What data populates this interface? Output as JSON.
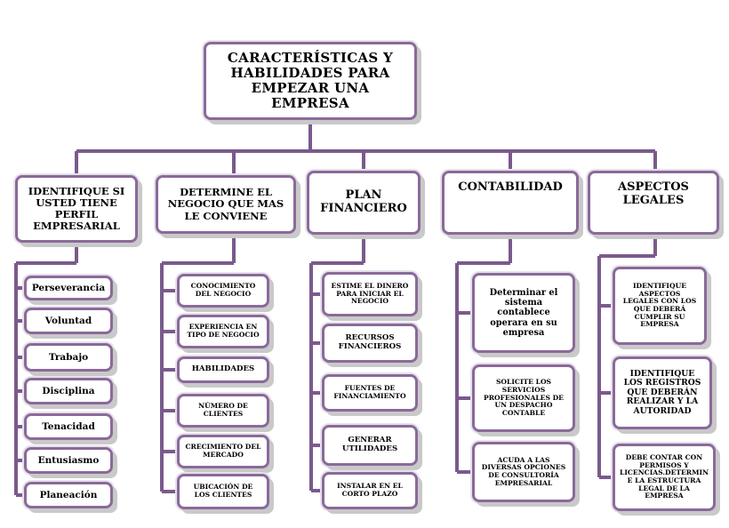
{
  "colors": {
    "connector": "#7a5a8c",
    "border": "#8a6a9a",
    "shadow": "#c9c9c9"
  },
  "root": {
    "label": "CARACTERÍSTICAS Y\nHABILIDADES PARA\nEMPEZAR UNA EMPRESA"
  },
  "columns": [
    {
      "header": "IDENTIFIQUE SI\nUSTED TIENE\nPERFIL\nEMPRESARIAL",
      "items": [
        "Perseverancia",
        "Voluntad",
        "Trabajo",
        "Disciplina",
        "Tenacidad",
        "Entusiasmo",
        "Planeación"
      ]
    },
    {
      "header": "DETERMINE EL\nNEGOCIO QUE MAS\nLE CONVIENE",
      "items": [
        "CONOCIMIENTO\nDEL NEGOCIO",
        "EXPERIENCIA EN\nTIPO DE NEGOCIO",
        "HABILIDADES",
        "NÚMERO DE\nCLIENTES",
        "CRECIMIENTO DEL\nMERCADO",
        "UBICACIÓN DE\nLOS CLIENTES"
      ]
    },
    {
      "header": "PLAN\nFINANCIERO",
      "items": [
        "ESTIME EL DINERO\nPARA INICIAR EL\nNEGOCIO",
        "RECURSOS\nFINANCIEROS",
        "FUENTES DE\nFINANCIAMIENTO",
        "GENERAR\nUTILIDADES",
        "INSTALAR EN EL\nCORTO PLAZO"
      ]
    },
    {
      "header": "CONTABILIDAD",
      "items": [
        "Determinar el\nsistema\ncontablece\noperara en su\nempresa",
        "SOLICITE LOS\nSERVICIOS\nPROFESIONALES DE\nUN DESPACHO\nCONTABLE",
        "ACUDA A LAS\nDIVERSAS OPCIONES\nDE CONSULTORÍA\nEMPRESARIAL"
      ]
    },
    {
      "header": "ASPECTOS\nLEGALES",
      "items": [
        "IDENTIFIQUE\nASPECTOS\nLEGALES CON LOS\nQUE DEBERÁ\nCUMPLIR SU\nEMPRESA",
        "IDENTIFIQUE\nLOS REGISTROS\nQUE DEBERÁN\nREALIZAR Y LA\nAUTORIDAD",
        "DEBE CONTAR CON\nPERMISOS Y\nLICENCIAS.DETERMIN\nE LA ESTRUCTURA\nLEGAL DE LA\nEMPRESA"
      ]
    }
  ]
}
